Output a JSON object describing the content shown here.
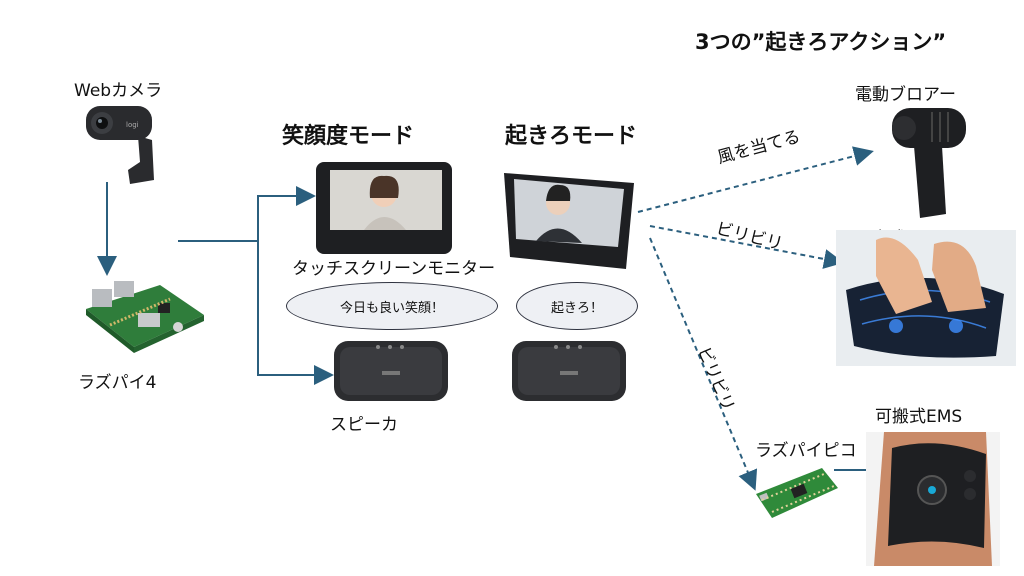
{
  "heading": "3つの”起きろアクション”",
  "webcam_label": "Webカメラ",
  "pi_label": "ラズパイ4",
  "smile_mode_title": "笑顔度モード",
  "wake_mode_title": "起きろモード",
  "monitor_label": "タッチスクリーンモニター",
  "speaker_label": "スピーカ",
  "bubble_smile": "今日も良い笑顔！",
  "bubble_wake": "起きろ！",
  "blower_label": "電動ブロアー",
  "fixed_ems_label": "固定式EMS",
  "portable_ems_label": "可搬式EMS",
  "pico_label": "ラズパイピコ",
  "edge_wind": "風を当てる",
  "edge_buzz1": "ビリビリ",
  "edge_buzz2": "ビリビリ",
  "colors": {
    "arrow": "#2b5f7e",
    "device": "#1e1f22"
  }
}
